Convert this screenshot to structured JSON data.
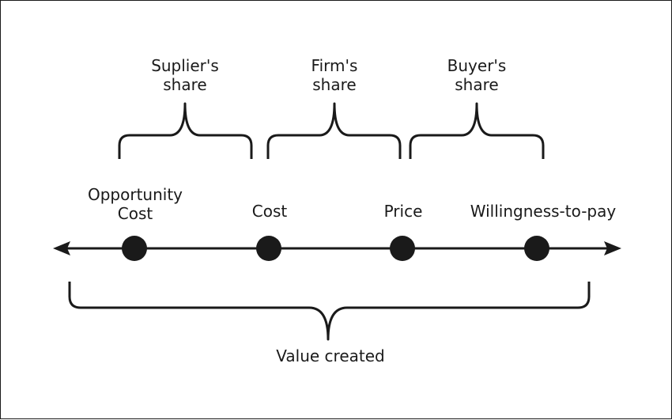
{
  "colors": {
    "ink": "#1a1a1a",
    "background": "#ffffff"
  },
  "shares": [
    {
      "line1": "Suplier's",
      "line2": "share"
    },
    {
      "line1": "Firm's",
      "line2": "share"
    },
    {
      "line1": "Buyer's",
      "line2": "share"
    }
  ],
  "points": [
    {
      "line1": "Opportunity",
      "line2": "Cost"
    },
    {
      "line1": "Cost"
    },
    {
      "line1": "Price"
    },
    {
      "line1": "Willingness-to-pay"
    }
  ],
  "total_label": "Value created"
}
